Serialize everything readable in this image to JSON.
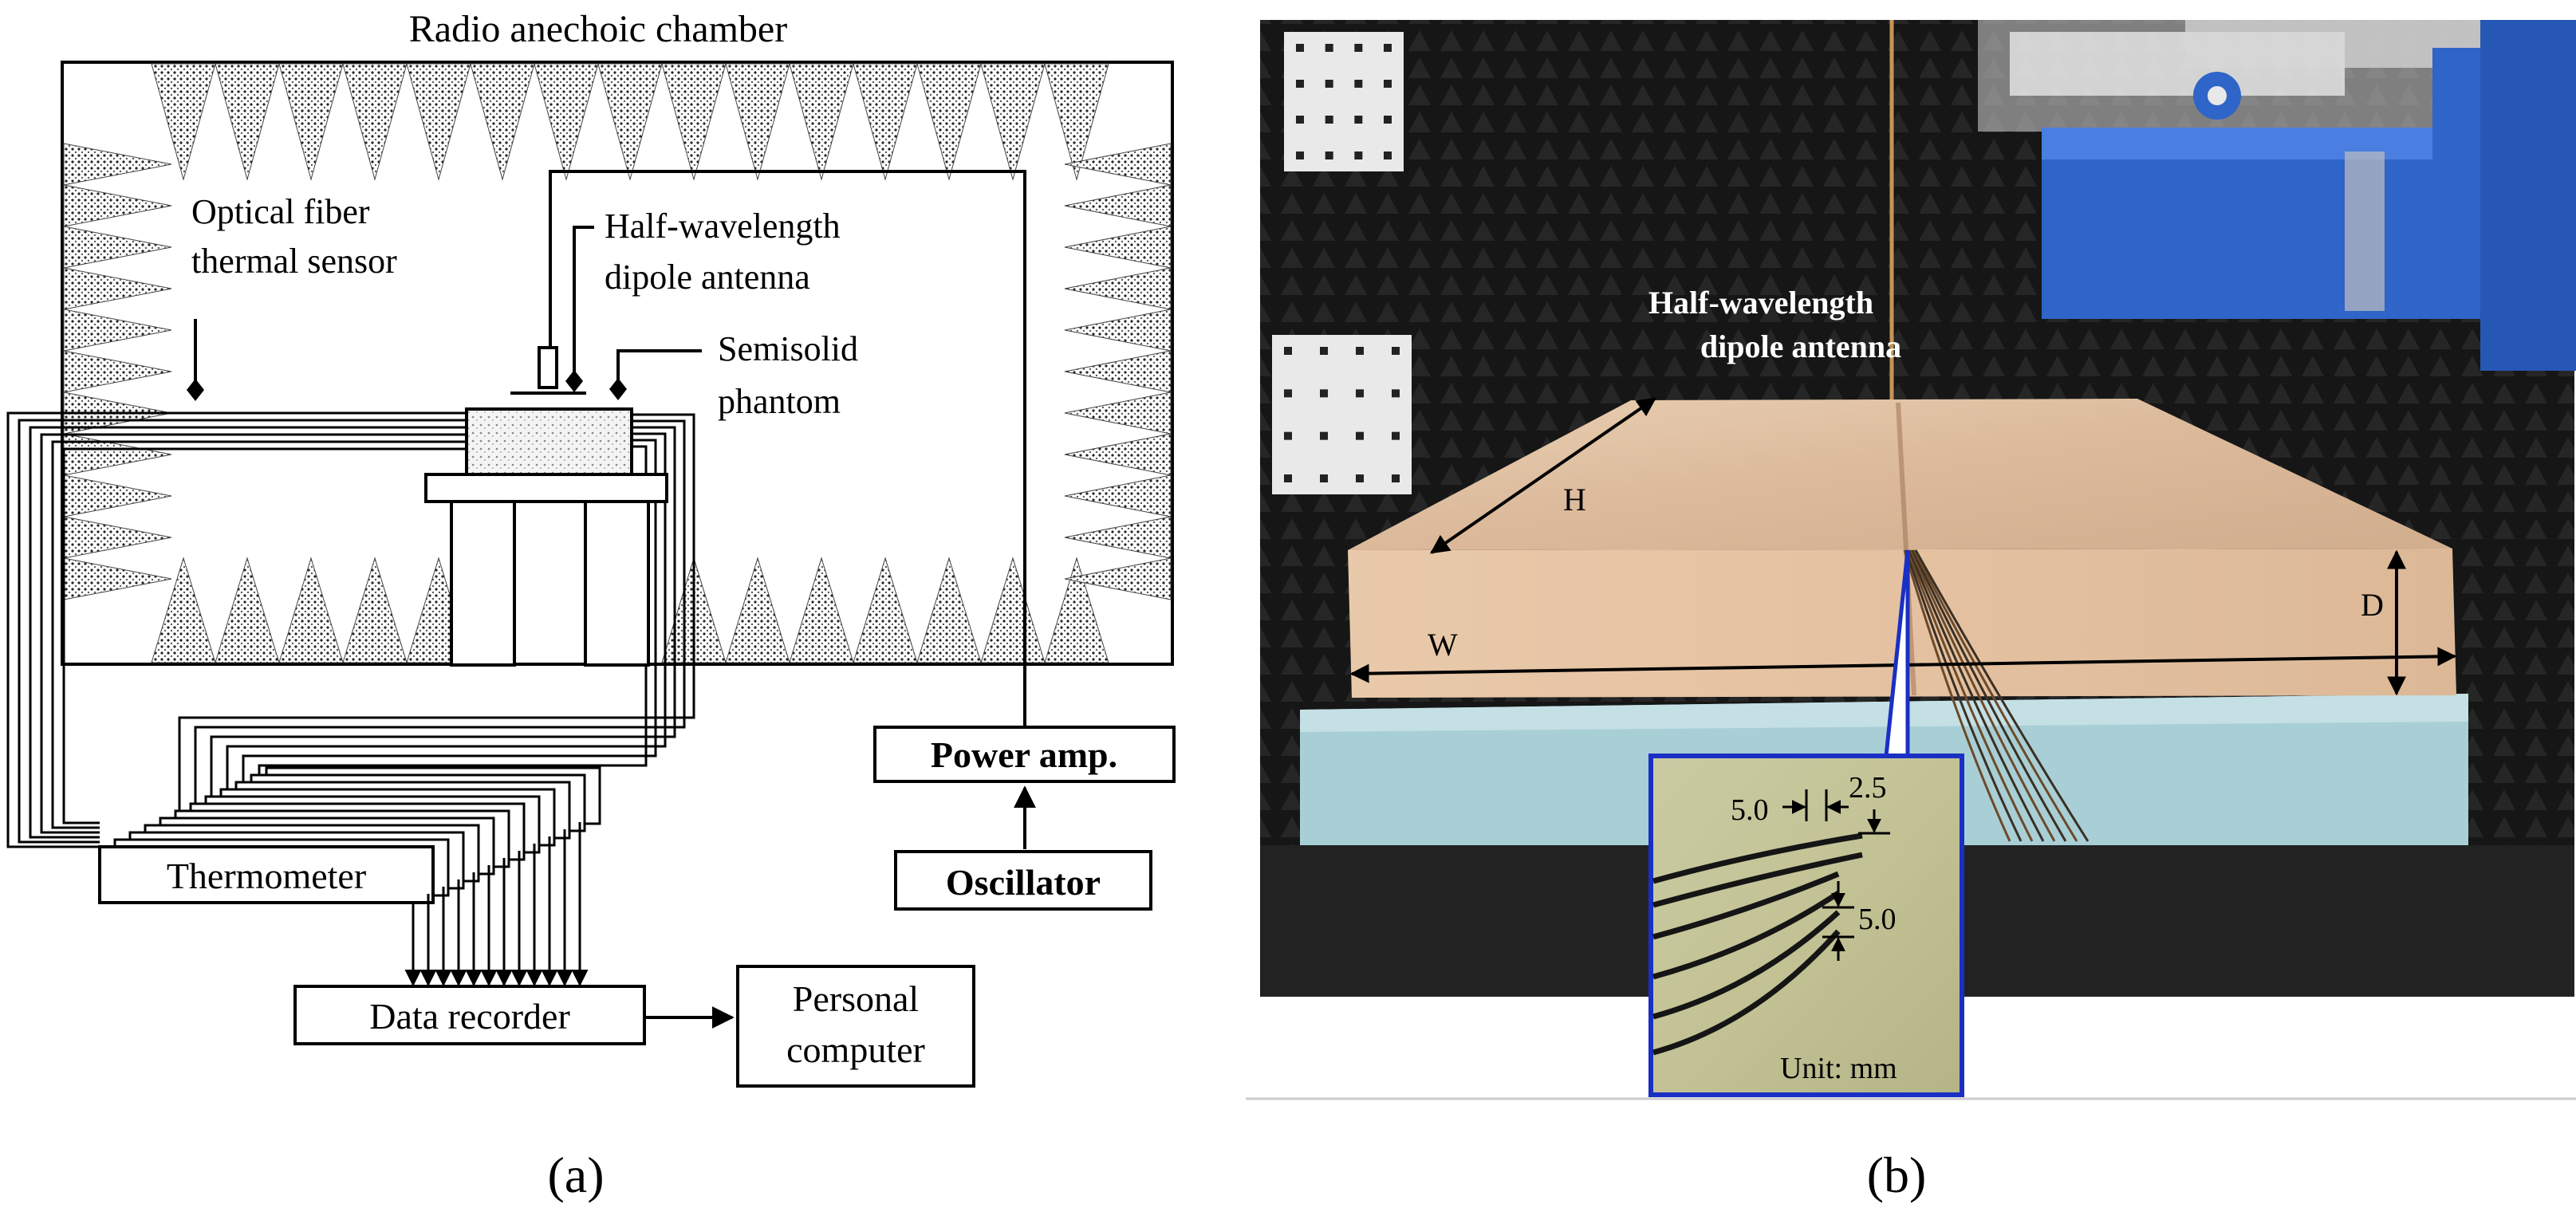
{
  "panel_a": {
    "caption": "(a)",
    "chamber_title": "Radio anechoic chamber",
    "labels": {
      "sensor_line1": "Optical fiber",
      "sensor_line2": "thermal sensor",
      "antenna_line1": "Half-wavelength",
      "antenna_line2": "dipole antenna",
      "phantom_line1": "Semisolid",
      "phantom_line2": "phantom"
    },
    "boxes": {
      "power_amp": "Power amp.",
      "oscillator": "Oscillator",
      "thermometer": "Thermometer",
      "data_recorder": "Data recorder",
      "pc_line1": "Personal",
      "pc_line2": "computer"
    }
  },
  "panel_b": {
    "caption": "(b)",
    "antenna_line1": "Half-wavelength",
    "antenna_line2": "dipole antenna",
    "dim_h": "H",
    "dim_w": "W",
    "dim_d": "D",
    "inset": {
      "dim_a": "5.0",
      "dim_b": "2.5",
      "dim_c": "5.0",
      "unit": "Unit: mm"
    }
  },
  "colors": {
    "absorber": "#2a2a2a",
    "photo_background": "#151515",
    "phantom": "#e2c3a2",
    "foam": "#a9cfd6",
    "positioner": "#2f64c8",
    "inset_border": "#1a2fc4"
  }
}
